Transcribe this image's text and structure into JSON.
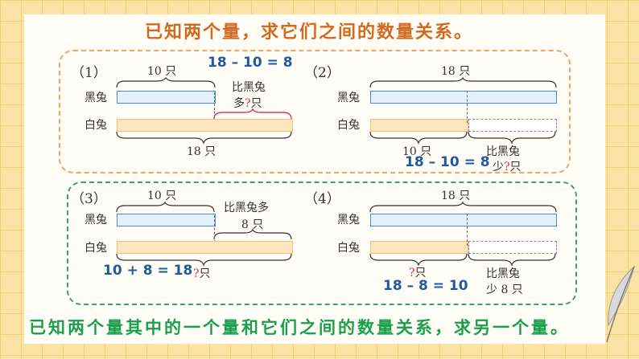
{
  "title": "已知两个量，求它们之间的数量关系。",
  "footer": "已知两个量其中的一个量和它们之间的数量关系，求另一个量。",
  "labels": {
    "black": "黑兔",
    "white": "白兔"
  },
  "p1": {
    "num": "（1）",
    "top": "10 只",
    "eq": "18 – 10 = 8",
    "diff_a": "比黑兔",
    "diff_b": "多",
    "q": "?",
    "unit": "只",
    "bottom": "18 只"
  },
  "p2": {
    "num": "（2）",
    "top": "18 只",
    "left": "10 只",
    "diff_a": "比黑兔",
    "diff_b": "少",
    "q": "?",
    "unit": "只",
    "eq": "18 – 10 = 8"
  },
  "p3": {
    "num": "（3）",
    "top": "10 只",
    "diff_a": "比黑兔多",
    "diff_b": "8 只",
    "eq": "10 + 8 = 18",
    "q": "?",
    "unit": "只"
  },
  "p4": {
    "num": "（4）",
    "top": "18 只",
    "q": "?",
    "unit": "只",
    "diff_a": "比黑兔",
    "diff_b": "少 8 只",
    "eq": "18 – 8 = 10"
  },
  "colors": {
    "title": "#d2691e",
    "footer": "#1aa04a",
    "equation": "#1f5aa0",
    "question": "#e03030",
    "black_bar": "#3d8fd6",
    "white_bar": "#f1c17a",
    "box_top": "#f0a563",
    "box_bottom": "#3aa079"
  }
}
